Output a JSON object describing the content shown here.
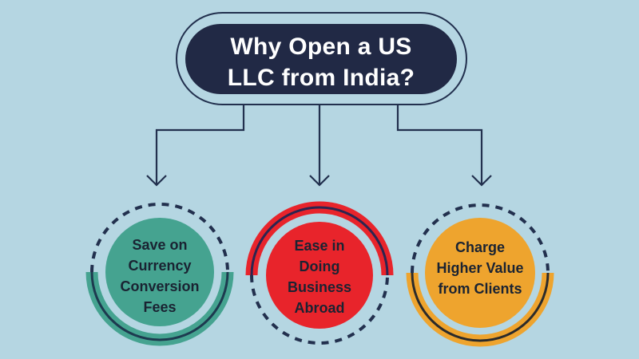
{
  "title": {
    "lines": [
      "Why Open a US",
      "LLC from India?"
    ]
  },
  "colors": {
    "background": "#b5d6e2",
    "navy": "#212945",
    "line": "#22304e",
    "white": "#ffffff",
    "label_text": "#1a2332"
  },
  "circles": [
    {
      "lines": [
        "Save on",
        "Currency",
        "Conversion",
        "Fees"
      ],
      "fill": "#45a390",
      "arc_line": "#1d3a4f",
      "dashed_half": "top"
    },
    {
      "lines": [
        "Ease in",
        "Doing",
        "Business",
        "Abroad"
      ],
      "fill": "#e8242b",
      "arc_line": "#2c2550",
      "dashed_half": "bottom"
    },
    {
      "lines": [
        "Charge",
        "Higher Value",
        "from Clients"
      ],
      "fill": "#eea42e",
      "arc_line": "#2b2b2b",
      "dashed_half": "top"
    }
  ]
}
